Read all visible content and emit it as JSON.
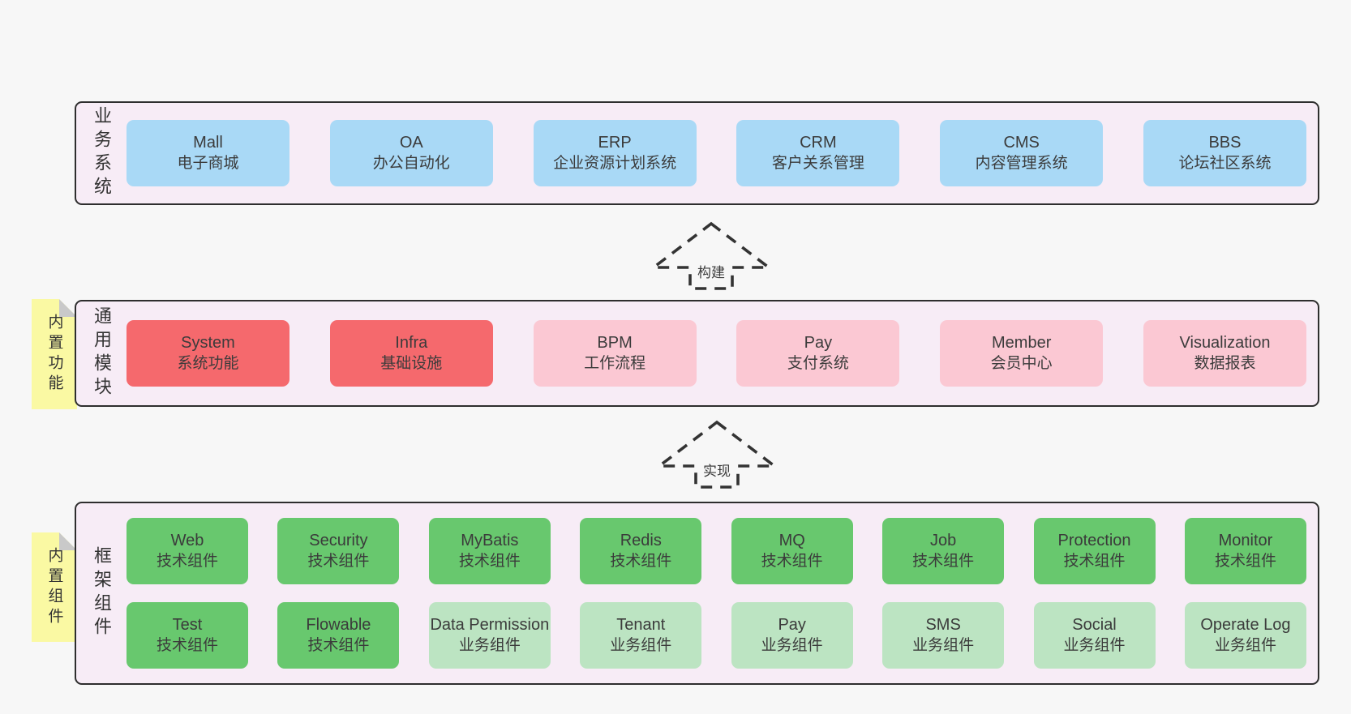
{
  "page": {
    "background": "#f7f7f7"
  },
  "colors": {
    "blue": "#a9d9f6",
    "red": "#f5696d",
    "pink": "#fbc8d3",
    "green": "#68c86e",
    "lightgreen": "#bce4c2",
    "yellow_tab": "#faf9a3",
    "fold": "#c9c9c9",
    "container_bg": "#f7ecf6",
    "container_border": "#2e2e2e",
    "arrow_stroke": "#333333",
    "text": "#3b3b3b"
  },
  "sections": [
    {
      "id": "business",
      "label": "业务系统",
      "rows": [
        [
          {
            "en": "Mall",
            "zh": "电子商城",
            "variant": "blue"
          },
          {
            "en": "OA",
            "zh": "办公自动化",
            "variant": "blue"
          },
          {
            "en": "ERP",
            "zh": "企业资源计划系统",
            "variant": "blue"
          },
          {
            "en": "CRM",
            "zh": "客户关系管理",
            "variant": "blue"
          },
          {
            "en": "CMS",
            "zh": "内容管理系统",
            "variant": "blue"
          },
          {
            "en": "BBS",
            "zh": "论坛社区系统",
            "variant": "blue"
          }
        ]
      ]
    },
    {
      "id": "common",
      "label": "通用模块",
      "tab": "内置功能",
      "rows": [
        [
          {
            "en": "System",
            "zh": "系统功能",
            "variant": "red"
          },
          {
            "en": "Infra",
            "zh": "基础设施",
            "variant": "red"
          },
          {
            "en": "BPM",
            "zh": "工作流程",
            "variant": "pink"
          },
          {
            "en": "Pay",
            "zh": "支付系统",
            "variant": "pink"
          },
          {
            "en": "Member",
            "zh": "会员中心",
            "variant": "pink"
          },
          {
            "en": "Visualization",
            "zh": "数据报表",
            "variant": "pink"
          }
        ]
      ]
    },
    {
      "id": "framework",
      "label": "框架组件",
      "tab": "内置组件",
      "rows": [
        [
          {
            "en": "Web",
            "zh": "技术组件",
            "variant": "green"
          },
          {
            "en": "Security",
            "zh": "技术组件",
            "variant": "green"
          },
          {
            "en": "MyBatis",
            "zh": "技术组件",
            "variant": "green"
          },
          {
            "en": "Redis",
            "zh": "技术组件",
            "variant": "green"
          },
          {
            "en": "MQ",
            "zh": "技术组件",
            "variant": "green"
          },
          {
            "en": "Job",
            "zh": "技术组件",
            "variant": "green"
          },
          {
            "en": "Protection",
            "zh": "技术组件",
            "variant": "green"
          },
          {
            "en": "Monitor",
            "zh": "技术组件",
            "variant": "green"
          }
        ],
        [
          {
            "en": "Test",
            "zh": "技术组件",
            "variant": "green"
          },
          {
            "en": "Flowable",
            "zh": "技术组件",
            "variant": "green"
          },
          {
            "en": "Data Permission",
            "zh": "业务组件",
            "variant": "lightgreen"
          },
          {
            "en": "Tenant",
            "zh": "业务组件",
            "variant": "lightgreen"
          },
          {
            "en": "Pay",
            "zh": "业务组件",
            "variant": "lightgreen"
          },
          {
            "en": "SMS",
            "zh": "业务组件",
            "variant": "lightgreen"
          },
          {
            "en": "Social",
            "zh": "业务组件",
            "variant": "lightgreen"
          },
          {
            "en": "Operate Log",
            "zh": "业务组件",
            "variant": "lightgreen"
          }
        ]
      ]
    }
  ],
  "arrows": [
    {
      "id": "build",
      "label": "构建"
    },
    {
      "id": "implement",
      "label": "实现"
    }
  ]
}
